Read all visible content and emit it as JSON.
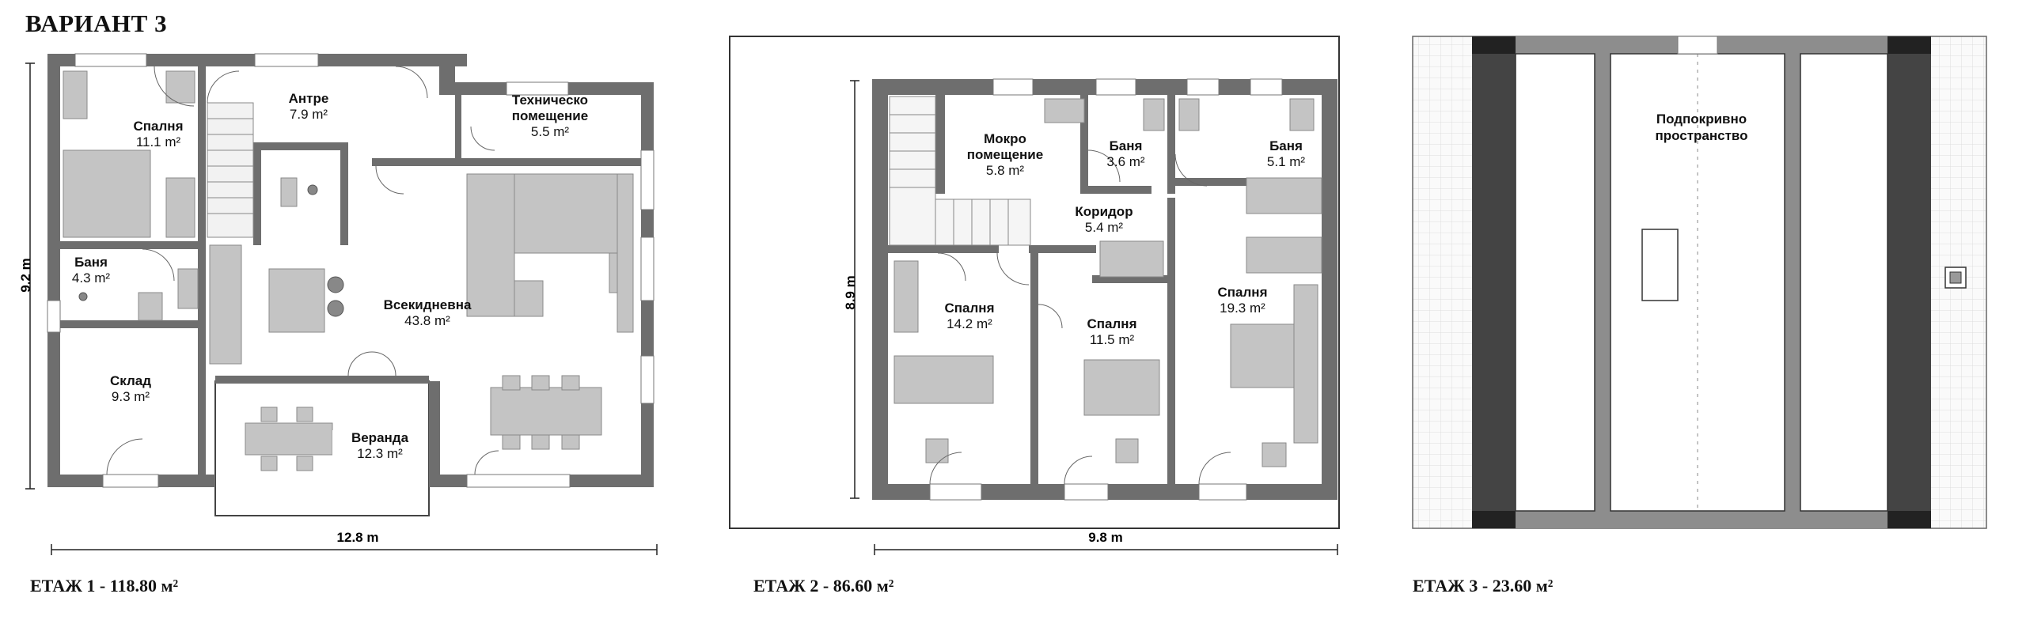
{
  "title": "ВАРИАНТ 3",
  "floors": [
    {
      "caption": "ЕТАЖ 1 - 118.80 м²",
      "width_label": "12.8 m",
      "height_label": "9.2 m",
      "rooms": [
        {
          "name": "Спалня",
          "area": "11.1 m²"
        },
        {
          "name": "Антре",
          "area": "7.9 m²"
        },
        {
          "name": "Техническо помещение",
          "area": "5.5 m²"
        },
        {
          "name": "Баня",
          "area": "4.3 m²"
        },
        {
          "name": "Всекидневна",
          "area": "43.8 m²"
        },
        {
          "name": "Склад",
          "area": "9.3 m²"
        },
        {
          "name": "Веранда",
          "area": "12.3 m²"
        }
      ]
    },
    {
      "caption": "ЕТАЖ 2 - 86.60 м²",
      "width_label": "9.8 m",
      "height_label": "8.9 m",
      "rooms": [
        {
          "name": "Мокро помещение",
          "area": "5.8 m²"
        },
        {
          "name": "Баня",
          "area": "3.6 m²"
        },
        {
          "name": "Баня",
          "area": "5.1 m²"
        },
        {
          "name": "Коридор",
          "area": "5.4 m²"
        },
        {
          "name": "Спалня",
          "area": "14.2 m²"
        },
        {
          "name": "Спалня",
          "area": "11.5 m²"
        },
        {
          "name": "Спалня",
          "area": "19.3 m²"
        }
      ]
    },
    {
      "caption": "ЕТАЖ 3 - 23.60 м²",
      "rooms": [
        {
          "name": "Подпокривно пространство"
        }
      ]
    }
  ]
}
